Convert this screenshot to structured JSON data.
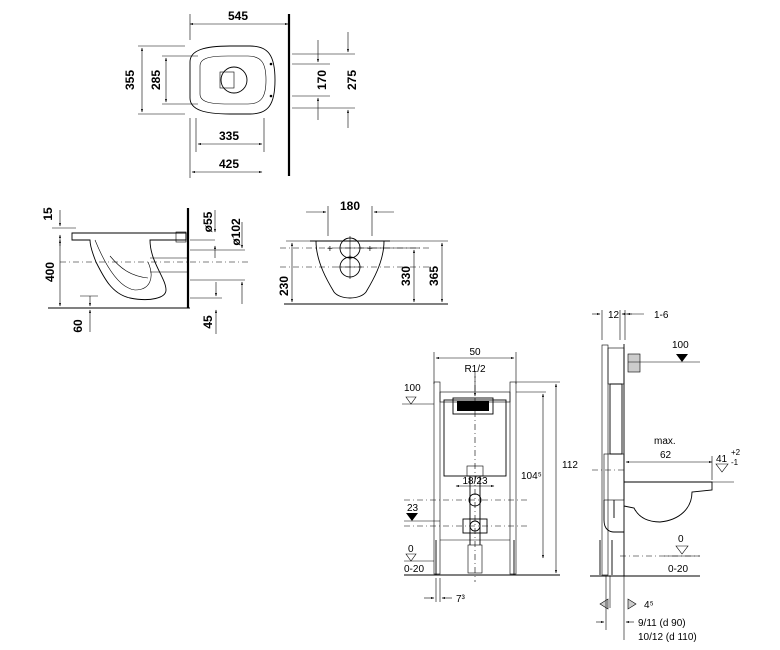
{
  "top_view": {
    "w545": "545",
    "h355": "355",
    "h285": "285",
    "h170": "170",
    "h275": "275",
    "w335": "335",
    "w425": "425"
  },
  "side_view": {
    "v15": "15",
    "v400": "400",
    "v60": "60",
    "d55": "ø55",
    "d102": "ø102",
    "v45": "45"
  },
  "front_view": {
    "w180": "180",
    "v230": "230",
    "v330": "330",
    "v365": "365"
  },
  "frame_front": {
    "w50": "50",
    "r12": "R1/2",
    "lv100": "100",
    "v112": "112",
    "v1045": "104⁵",
    "w1823": "18/23",
    "v23": "23",
    "lv0": "0",
    "lv020": "0-20",
    "v73": "7³"
  },
  "frame_side": {
    "w12": "12",
    "w16": "1-6",
    "lv100": "100",
    "max": "max.",
    "w62": "62",
    "v41": "41",
    "tol_p": "+2",
    "tol_m": "-1",
    "lv0": "0",
    "lv020": "0-20",
    "v45s": "4⁵",
    "d911": "9/11 (d 90)",
    "d1012": "10/12 (d 110)"
  }
}
